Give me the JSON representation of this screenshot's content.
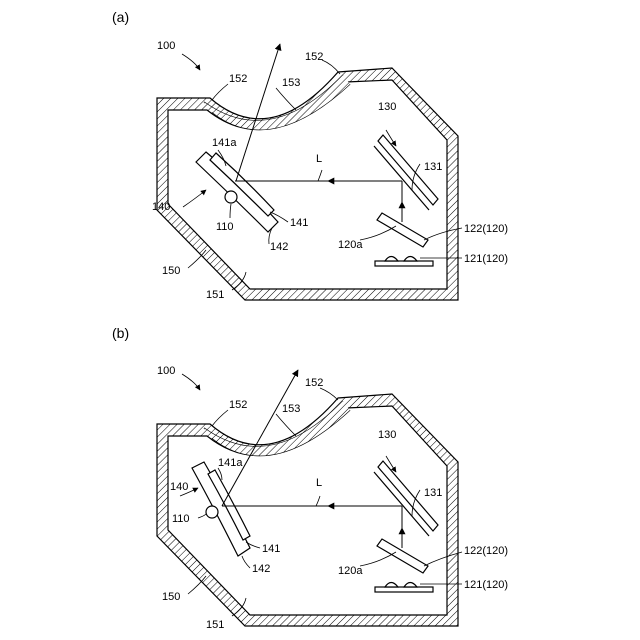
{
  "panels": [
    {
      "id": "a",
      "panel_label": "(a)",
      "labels": {
        "device": "100",
        "housing": "150",
        "inner_wall": "151",
        "window_edge_left": "152",
        "window_edge_right": "152",
        "window": "153",
        "mirror_assembly": "140",
        "mirror_surface": "141a",
        "mirror": "141",
        "mirror_holder": "142",
        "pivot": "110",
        "light": "L",
        "reflector_group": "130",
        "reflector": "131",
        "optical_plate": "122(120)",
        "source": "121(120)",
        "light_unit": "120a"
      }
    },
    {
      "id": "b",
      "panel_label": "(b)",
      "labels": {
        "device": "100",
        "housing": "150",
        "inner_wall": "151",
        "window_edge_left": "152",
        "window_edge_right": "152",
        "window": "153",
        "mirror_assembly": "140",
        "mirror_surface": "141a",
        "mirror": "141",
        "mirror_holder": "142",
        "pivot": "110",
        "light": "L",
        "reflector_group": "130",
        "reflector": "131",
        "optical_plate": "122(120)",
        "source": "121(120)",
        "light_unit": "120a"
      }
    }
  ]
}
